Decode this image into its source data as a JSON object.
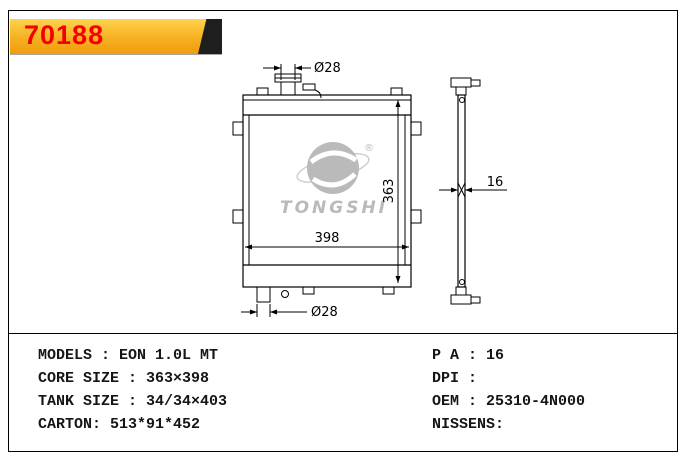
{
  "part_number": "70188",
  "watermark": {
    "brand": "TONGSHI",
    "registered_mark": "®"
  },
  "drawing": {
    "dims": {
      "top_pipe_diameter": "Ø28",
      "core_height": "363",
      "core_width": "398",
      "bottom_pipe_diameter": "Ø28",
      "thickness": "16"
    }
  },
  "specs": {
    "left": [
      "MODELS : EON 1.0L MT",
      "CORE SIZE : 363×398",
      "TANK SIZE : 34/34×403",
      "CARTON: 513*91*452"
    ],
    "right": [
      "P A : 16",
      "DPI :",
      "OEM : 25310-4N000",
      "NISSENS:"
    ]
  }
}
